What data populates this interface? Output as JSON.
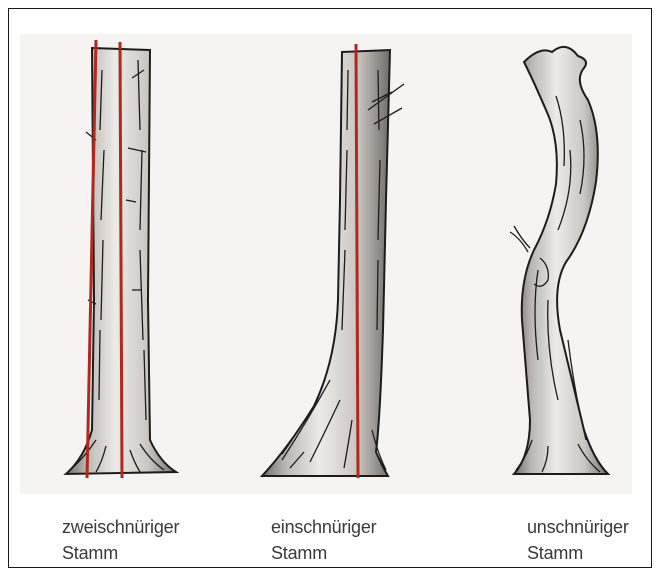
{
  "figure": {
    "trees": [
      {
        "line1": "zweischnüriger",
        "line2": "Stamm",
        "guide_lines": 2
      },
      {
        "line1": "einschnüriger",
        "line2": "Stamm",
        "guide_lines": 1
      },
      {
        "line1": "unschnüriger",
        "line2": "Stamm",
        "guide_lines": 0
      }
    ],
    "colors": {
      "guide_line": "#b0281e",
      "ink": "#1c1c1c",
      "bark_light": "#e9e6e1",
      "bark_shade": "#8c8a87",
      "plate": "#f5f4f2"
    }
  }
}
